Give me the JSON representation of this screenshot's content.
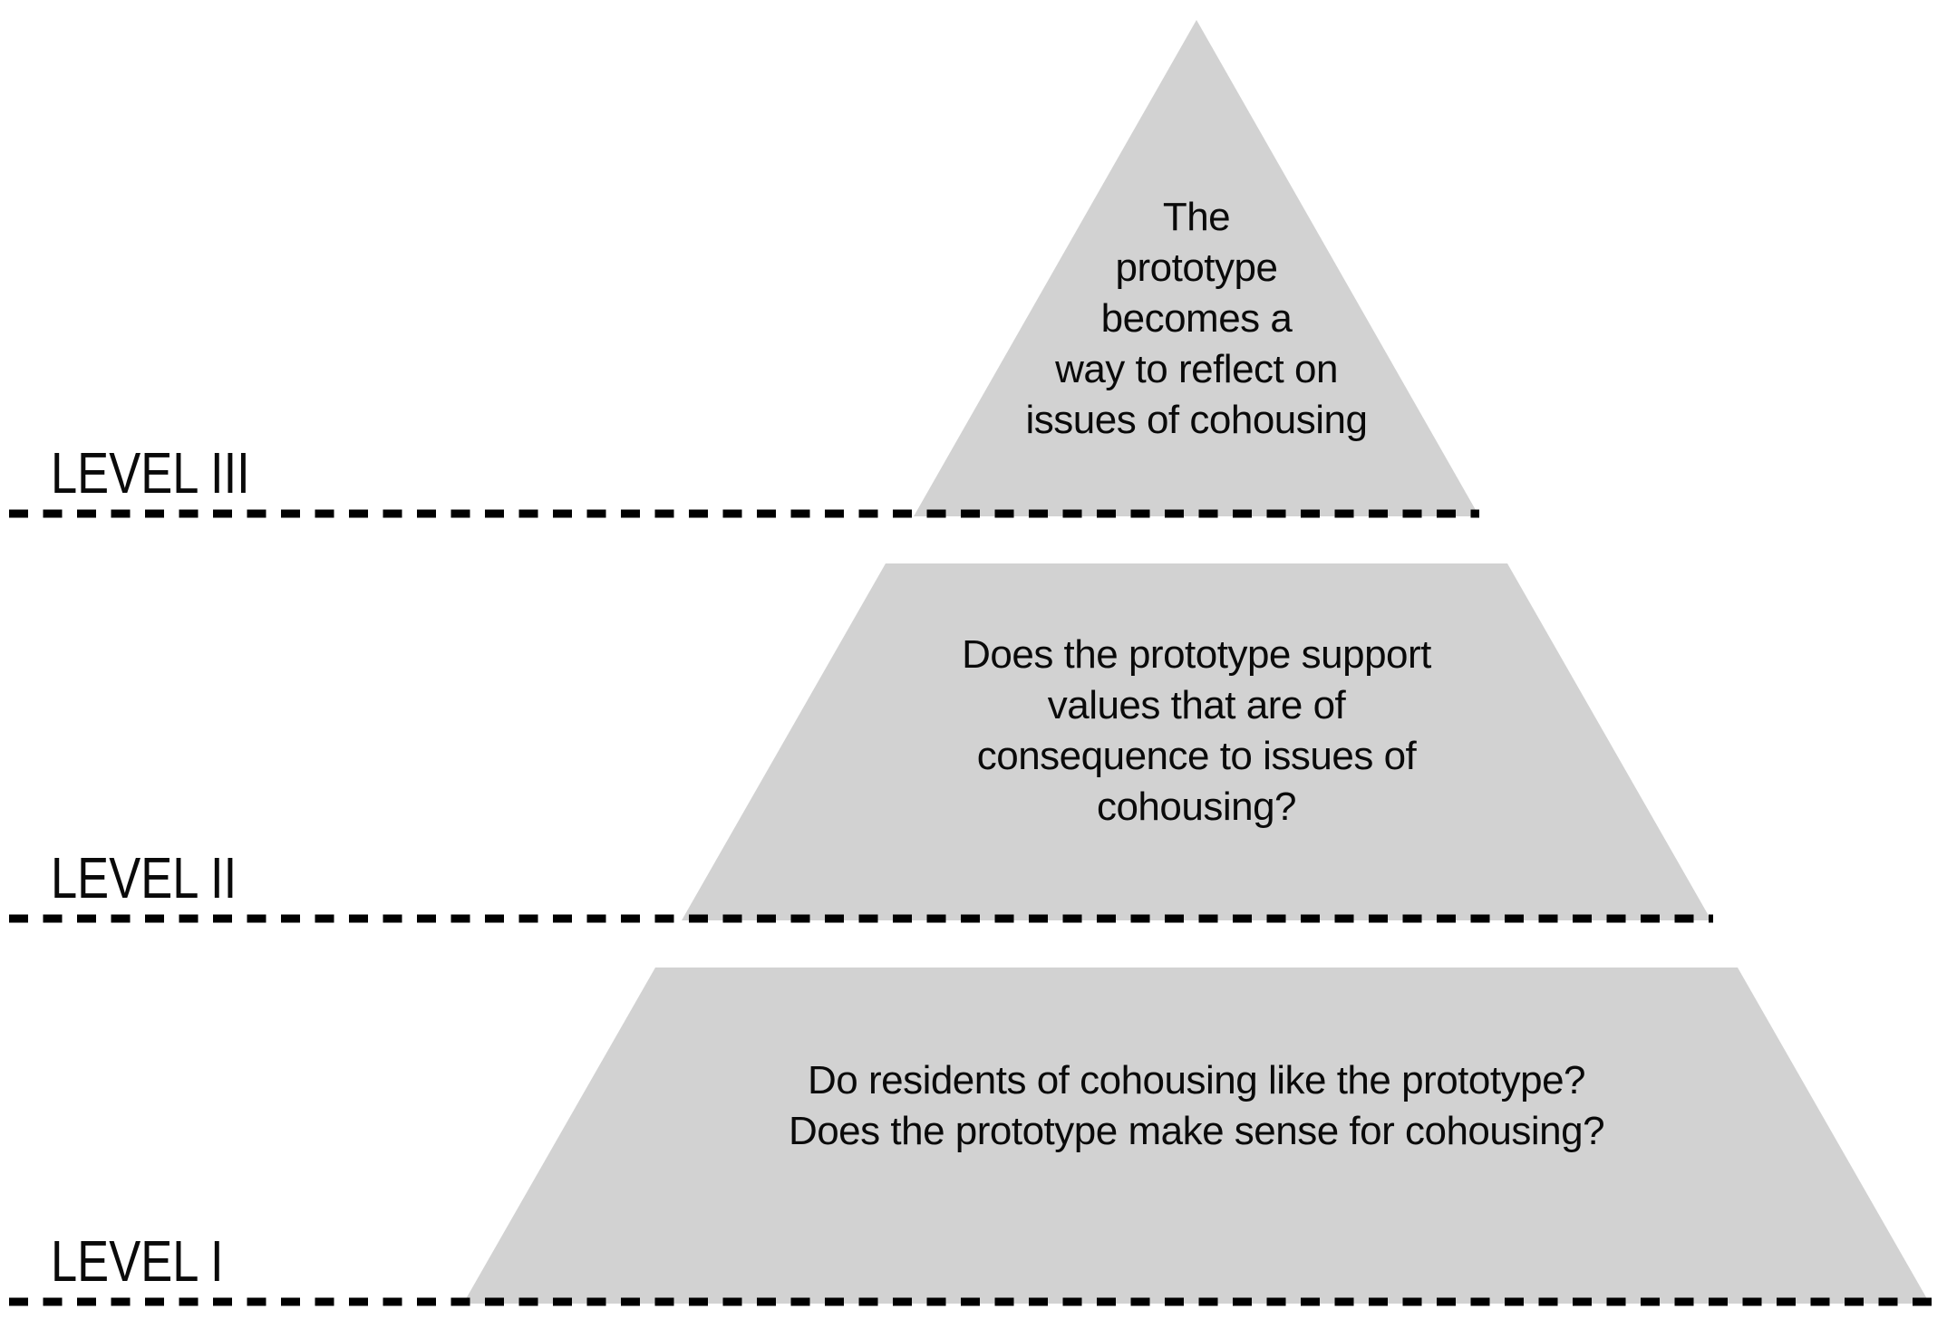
{
  "figure": {
    "background_color": "#ffffff",
    "pyramid_fill_color": "#d2d2d2",
    "dash_line_color": "#000000",
    "text_color": "#0a0a0a",
    "levels": [
      {
        "id": "level-3",
        "label": "LEVEL III",
        "text": "The\nprototype\nbecomes a\nway to reflect on\nissues of cohousing"
      },
      {
        "id": "level-2",
        "label": "LEVEL II",
        "text": "Does the prototype support\nvalues that are of\nconsequence to issues of\ncohousing?"
      },
      {
        "id": "level-1",
        "label": "LEVEL I",
        "text": "Do residents of cohousing like the prototype?\nDoes the prototype make sense for cohousing?"
      }
    ]
  }
}
